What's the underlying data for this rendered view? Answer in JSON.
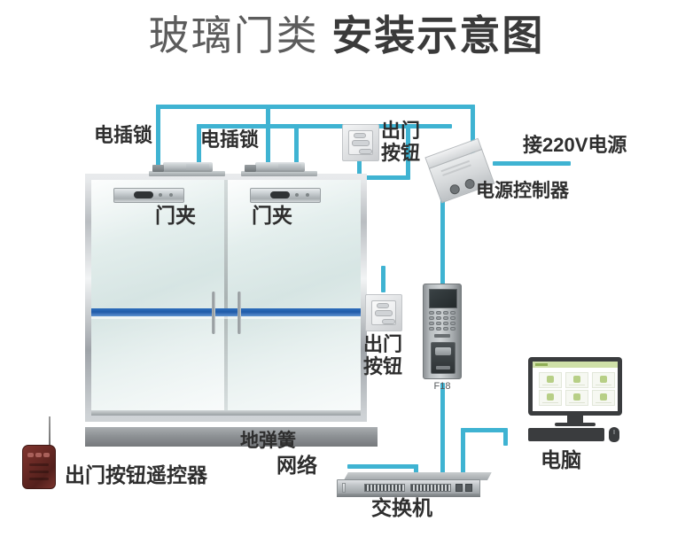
{
  "title": {
    "part_light": "玻璃门类",
    "part_bold": "安装示意图"
  },
  "labels": {
    "bolt_lock_left": "电插锁",
    "bolt_lock_right": "电插锁",
    "door_clamp_left": "门夹",
    "door_clamp_right": "门夹",
    "exit_button_top": "出门\n按钮",
    "exit_button_mid": "出门\n按钮",
    "power_220v": "接220V电源",
    "power_controller": "电源控制器",
    "floor_spring": "地弹簧",
    "network": "网络",
    "switch": "交换机",
    "computer": "电脑",
    "remote": "出门按钮遥控器",
    "terminal_model": "F18"
  },
  "colors": {
    "wire": "#3fb3d2",
    "title_light": "#5c5c5c",
    "title_bold": "#3a3a3a",
    "label_text": "#2e2e2e",
    "door_stripe": "#1f5aa8",
    "floor_bar": "#8e9295",
    "remote_body": "#6b2a25",
    "computer_body": "#3a3c3e"
  }
}
